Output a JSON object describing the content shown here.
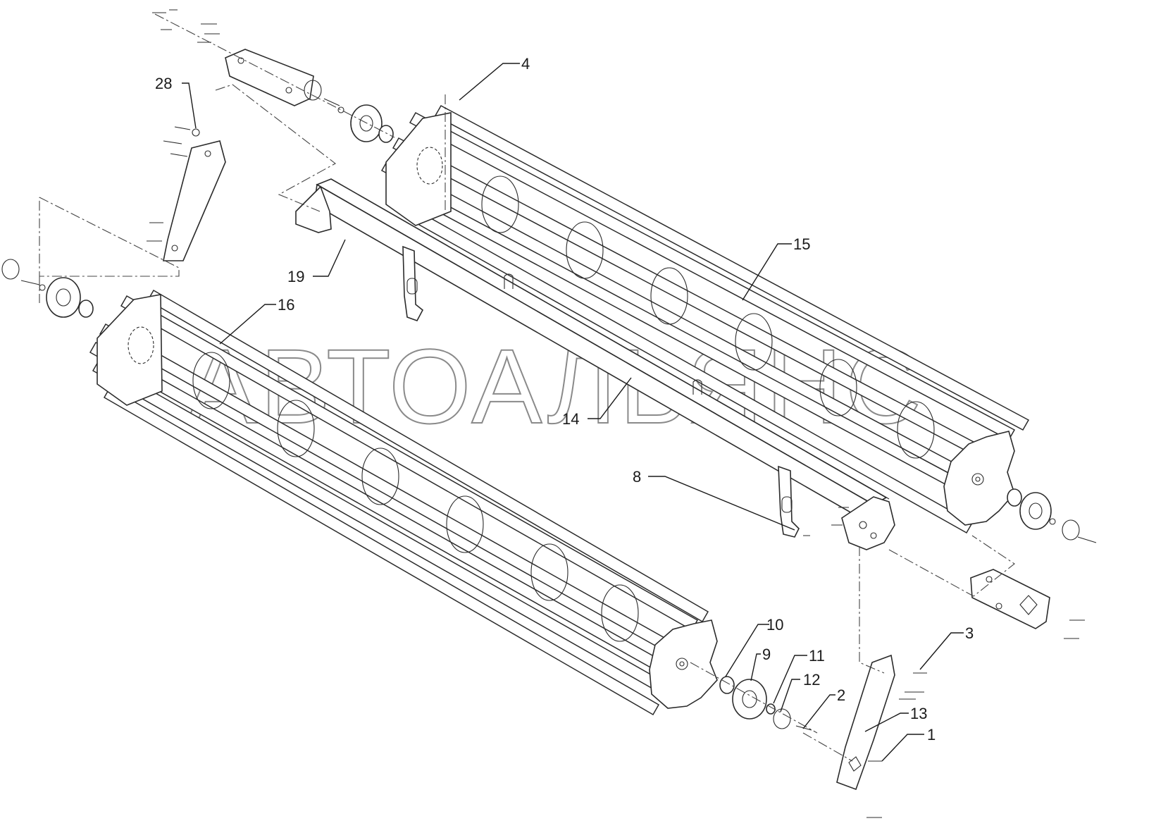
{
  "watermark": "АВТОАЛЬЯНС",
  "callouts": [
    {
      "id": "4",
      "text": "4"
    },
    {
      "id": "28",
      "text": "28"
    },
    {
      "id": "15",
      "text": "15"
    },
    {
      "id": "19",
      "text": "19"
    },
    {
      "id": "16",
      "text": "16"
    },
    {
      "id": "14",
      "text": "14"
    },
    {
      "id": "8",
      "text": "8"
    },
    {
      "id": "10",
      "text": "10"
    },
    {
      "id": "9",
      "text": "9"
    },
    {
      "id": "11",
      "text": "11"
    },
    {
      "id": "12",
      "text": "12"
    },
    {
      "id": "2",
      "text": "2"
    },
    {
      "id": "3",
      "text": "3"
    },
    {
      "id": "13",
      "text": "13"
    },
    {
      "id": "1",
      "text": "1"
    }
  ]
}
